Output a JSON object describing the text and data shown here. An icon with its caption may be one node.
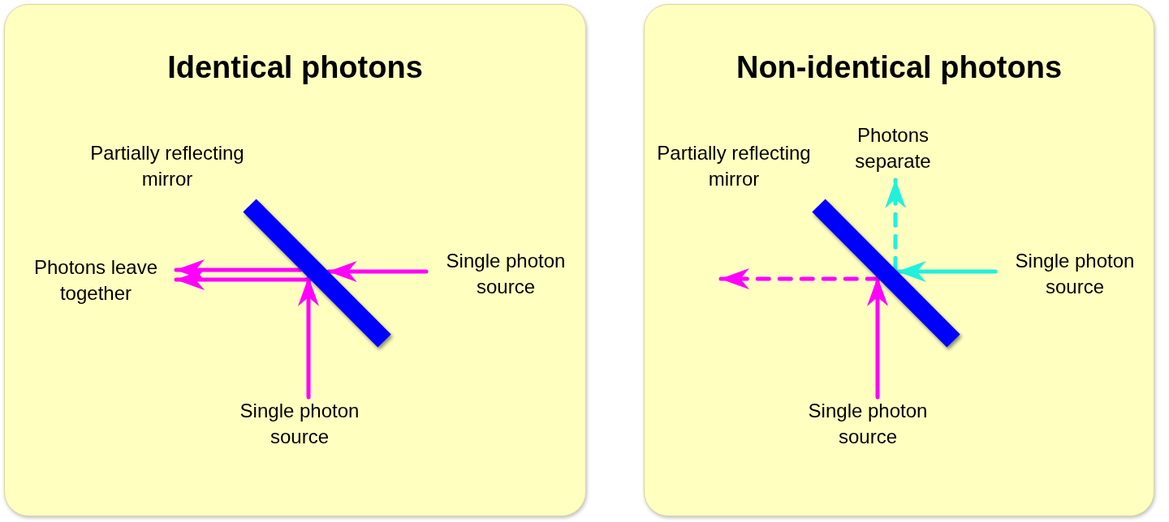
{
  "diagram": {
    "nodes": [
      {
        "text": [
          "Identical photons"
        ]
      },
      {
        "text": [],
        "shape": "bar",
        "beside": [
          "Partially reflecting mirror"
        ],
        "in": 0
      },
      {
        "text": [
          "Single photon source"
        ],
        "in": 0
      },
      {
        "text": [
          "Single photon source"
        ],
        "in": 0
      },
      {
        "text": [
          "Photons leave together"
        ],
        "in": 0
      },
      {
        "text": [
          "Non-identical photons"
        ]
      },
      {
        "text": [],
        "shape": "bar",
        "beside": [
          "Partially reflecting mirror"
        ],
        "in": 5
      },
      {
        "text": [
          "Photons separate"
        ],
        "in": 5
      },
      {
        "text": [
          "Single photon source"
        ],
        "in": 5
      },
      {
        "text": [
          "Single photon source"
        ],
        "in": 5
      }
    ],
    "edges": [
      {
        "from": 2,
        "to": 1,
        "arrow": "to"
      },
      {
        "from": 3,
        "to": 1,
        "arrow": "to"
      },
      {
        "from": 1,
        "to": 4,
        "arrow": "to"
      },
      {
        "from": 1,
        "to": 4,
        "arrow": "to"
      },
      {
        "from": 8,
        "to": 6,
        "arrow": "to",
        "color": "#22f0dc"
      },
      {
        "from": 9,
        "to": 6,
        "arrow": "to"
      },
      {
        "from": 6,
        "to": 7,
        "arrow": "to",
        "style": "dashed",
        "color": "#22f0dc"
      },
      {
        "from": 6,
        "to": null,
        "arrow": "to",
        "style": "dashed"
      }
    ]
  }
}
